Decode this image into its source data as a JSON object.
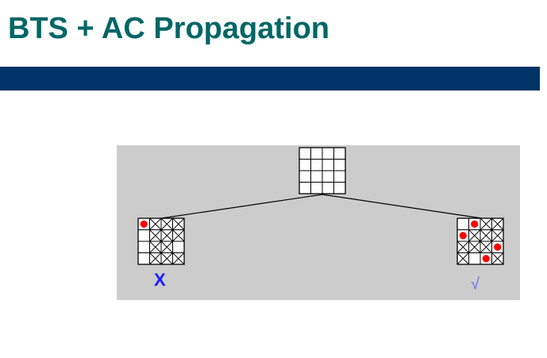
{
  "title": "BTS + AC Propagation",
  "colors": {
    "title": "#006666",
    "bar": "#003366",
    "diagram_background": "#cccccc",
    "queen": "#ff0000",
    "fail_mark": "#1a1aff",
    "success_mark": "#6666ff"
  },
  "diagram": {
    "root": {
      "rows": 4,
      "cols": 4,
      "queens": [],
      "eliminated": []
    },
    "children": [
      {
        "id": "left",
        "queens": [
          [
            0,
            0
          ]
        ],
        "eliminated": [
          [
            0,
            1
          ],
          [
            0,
            2
          ],
          [
            0,
            3
          ],
          [
            1,
            1
          ],
          [
            1,
            2
          ],
          [
            1,
            3
          ],
          [
            2,
            1
          ],
          [
            2,
            2
          ],
          [
            3,
            1
          ],
          [
            3,
            2
          ],
          [
            3,
            3
          ]
        ],
        "verdict": "X"
      },
      {
        "id": "right",
        "queens": [
          [
            0,
            1
          ],
          [
            1,
            0
          ],
          [
            2,
            3
          ],
          [
            3,
            2
          ]
        ],
        "eliminated": [
          [
            0,
            2
          ],
          [
            0,
            3
          ],
          [
            1,
            1
          ],
          [
            1,
            2
          ],
          [
            1,
            3
          ],
          [
            2,
            0
          ],
          [
            2,
            1
          ],
          [
            2,
            2
          ],
          [
            3,
            0
          ],
          [
            3,
            3
          ]
        ],
        "verdict": "√"
      }
    ]
  }
}
